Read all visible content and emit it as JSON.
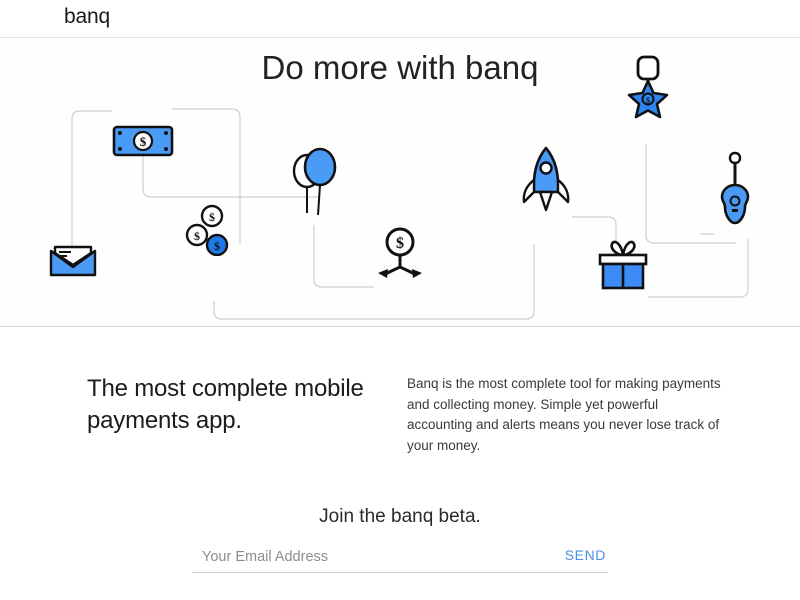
{
  "header": {
    "brand": "banq"
  },
  "hero": {
    "title": "Do more with banq",
    "icons": [
      {
        "name": "envelope-icon",
        "label": "envelope"
      },
      {
        "name": "banknote-icon",
        "label": "banknote"
      },
      {
        "name": "coins-icon",
        "label": "coins"
      },
      {
        "name": "balloons-icon",
        "label": "balloons"
      },
      {
        "name": "split-money-icon",
        "label": "split money"
      },
      {
        "name": "rocket-icon",
        "label": "rocket"
      },
      {
        "name": "medal-icon",
        "label": "medal"
      },
      {
        "name": "gift-icon",
        "label": "gift"
      },
      {
        "name": "guitar-icon",
        "label": "guitar"
      }
    ]
  },
  "body": {
    "lead": "The most complete mobile payments app.",
    "paragraph": "Banq is the most complete tool for making payments and collecting money. Simple yet powerful accounting and alerts means you never lose track of your money."
  },
  "signup": {
    "title": "Join the banq beta.",
    "email_placeholder": "Your Email Address",
    "email_value": "",
    "send_label": "SEND"
  },
  "colors": {
    "accent_blue": "#3d8bf5",
    "link_blue": "#4a90e2",
    "outline": "#111111",
    "connector": "#cfcfcf",
    "divider": "#d6d6d6",
    "text_dark": "#1c1c1c",
    "text_muted": "#8d8d8d"
  }
}
